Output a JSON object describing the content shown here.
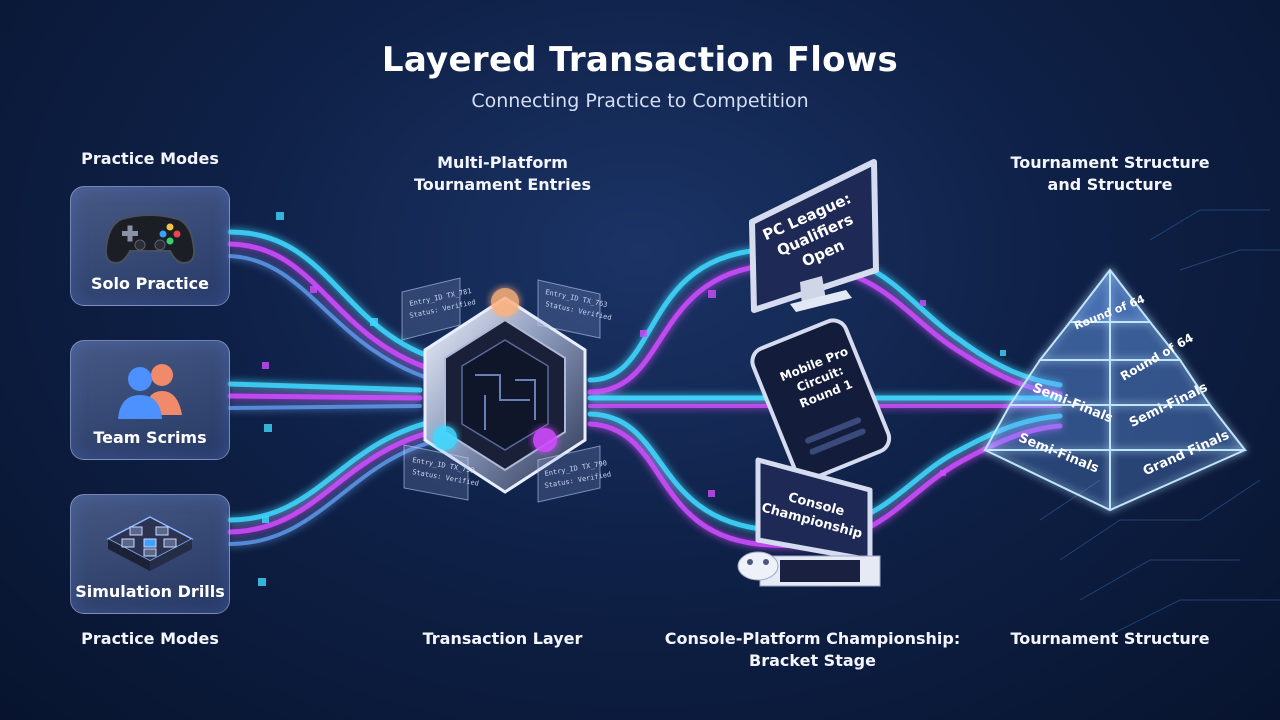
{
  "header": {
    "title": "Layered Transaction Flows",
    "subtitle": "Connecting Practice to Competition"
  },
  "columns": {
    "practice_top": "Practice Modes",
    "practice_bottom": "Practice Modes",
    "multi_platform_line1": "Multi-Platform",
    "multi_platform_line2": "Tournament Entries",
    "transaction_layer": "Transaction Layer",
    "console_caption_line1": "Console-Platform Championship:",
    "console_caption_line2": "Bracket Stage",
    "tournament_top_line1": "Tournament Structure",
    "tournament_top_line2": "and Structure",
    "tournament_bottom": "Tournament Structure"
  },
  "practice_cards": [
    {
      "label": "Solo Practice",
      "icon": "gamepad-icon"
    },
    {
      "label": "Team Scrims",
      "icon": "team-icon"
    },
    {
      "label": "Simulation Drills",
      "icon": "simulation-blocks-icon"
    }
  ],
  "devices": {
    "monitor_line1": "PC League:",
    "monitor_line2": "Qualifiers Open",
    "phone_line1": "Mobile Pro",
    "phone_line2": "Circuit:",
    "phone_line3": "Round 1",
    "console_line1": "Console",
    "console_line2": "Championship"
  },
  "pyramid": {
    "tier1": "Round of 64",
    "tier2": "Round of 64",
    "tier3_left": "Semi-Finals",
    "tier3_right": "Semi-Finals",
    "tier4_left": "Semi-Finals",
    "tier4_right": "Grand Finals"
  },
  "colors": {
    "flow_cyan": "#3fd8ff",
    "flow_magenta": "#d04cff",
    "flow_blue": "#6aa8ff",
    "background": "#0f2148"
  }
}
